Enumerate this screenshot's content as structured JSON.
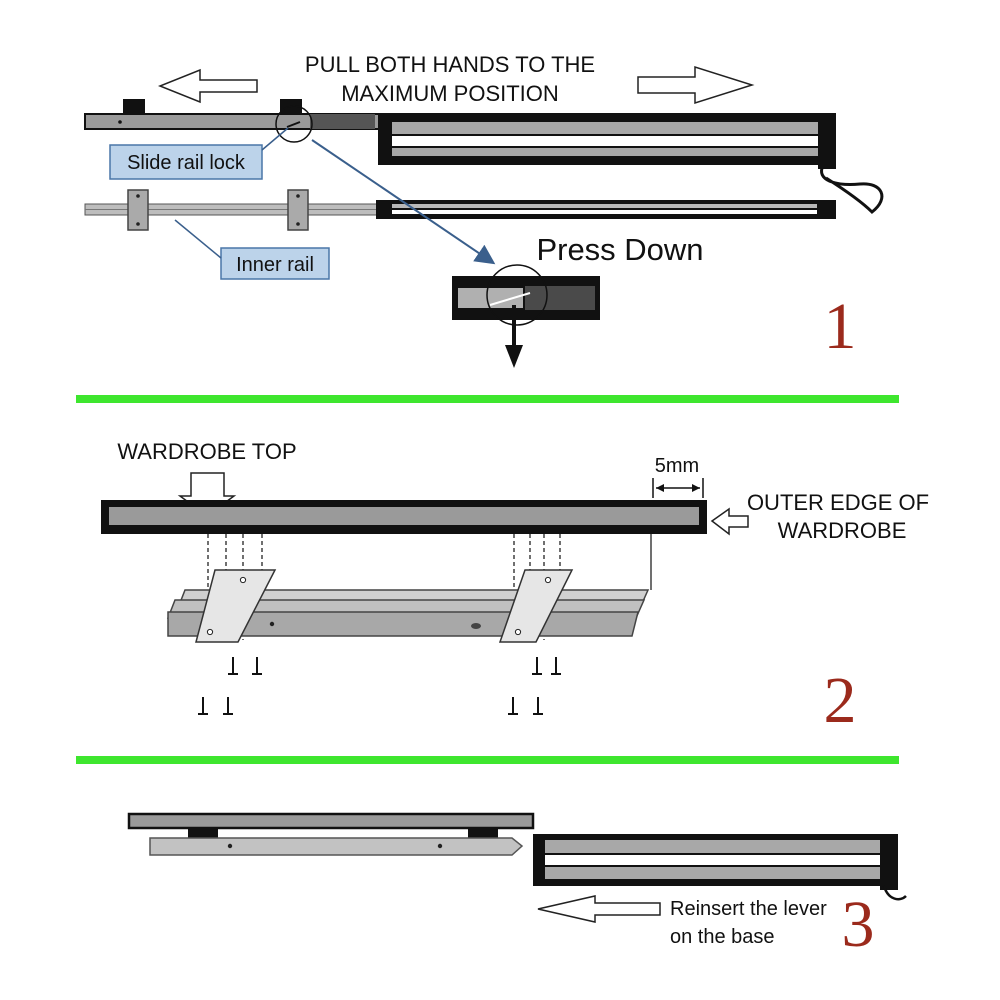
{
  "step1": {
    "instruction_line1": "PULL BOTH HANDS TO THE",
    "instruction_line2": "MAXIMUM POSITION",
    "slide_rail_lock_label": "Slide rail lock",
    "inner_rail_label": "Inner rail",
    "press_down_label": "Press Down",
    "step_number": "1"
  },
  "step2": {
    "wardrobe_top_label": "WARDROBE TOP",
    "gap_label": "5mm",
    "outer_edge_line1": "OUTER EDGE OF",
    "outer_edge_line2": "WARDROBE",
    "step_number": "2"
  },
  "step3": {
    "reinsert_line1": "Reinsert the lever",
    "reinsert_line2": "on the base",
    "step_number": "3"
  },
  "colors": {
    "divider": "#3ee62e",
    "label_box_fill": "#bcd3ea",
    "label_box_stroke": "#4a76a8",
    "step_number": "#9b2a1c",
    "rail_gray": "#9a9a9a",
    "rail_dark": "#1a1a1a"
  }
}
